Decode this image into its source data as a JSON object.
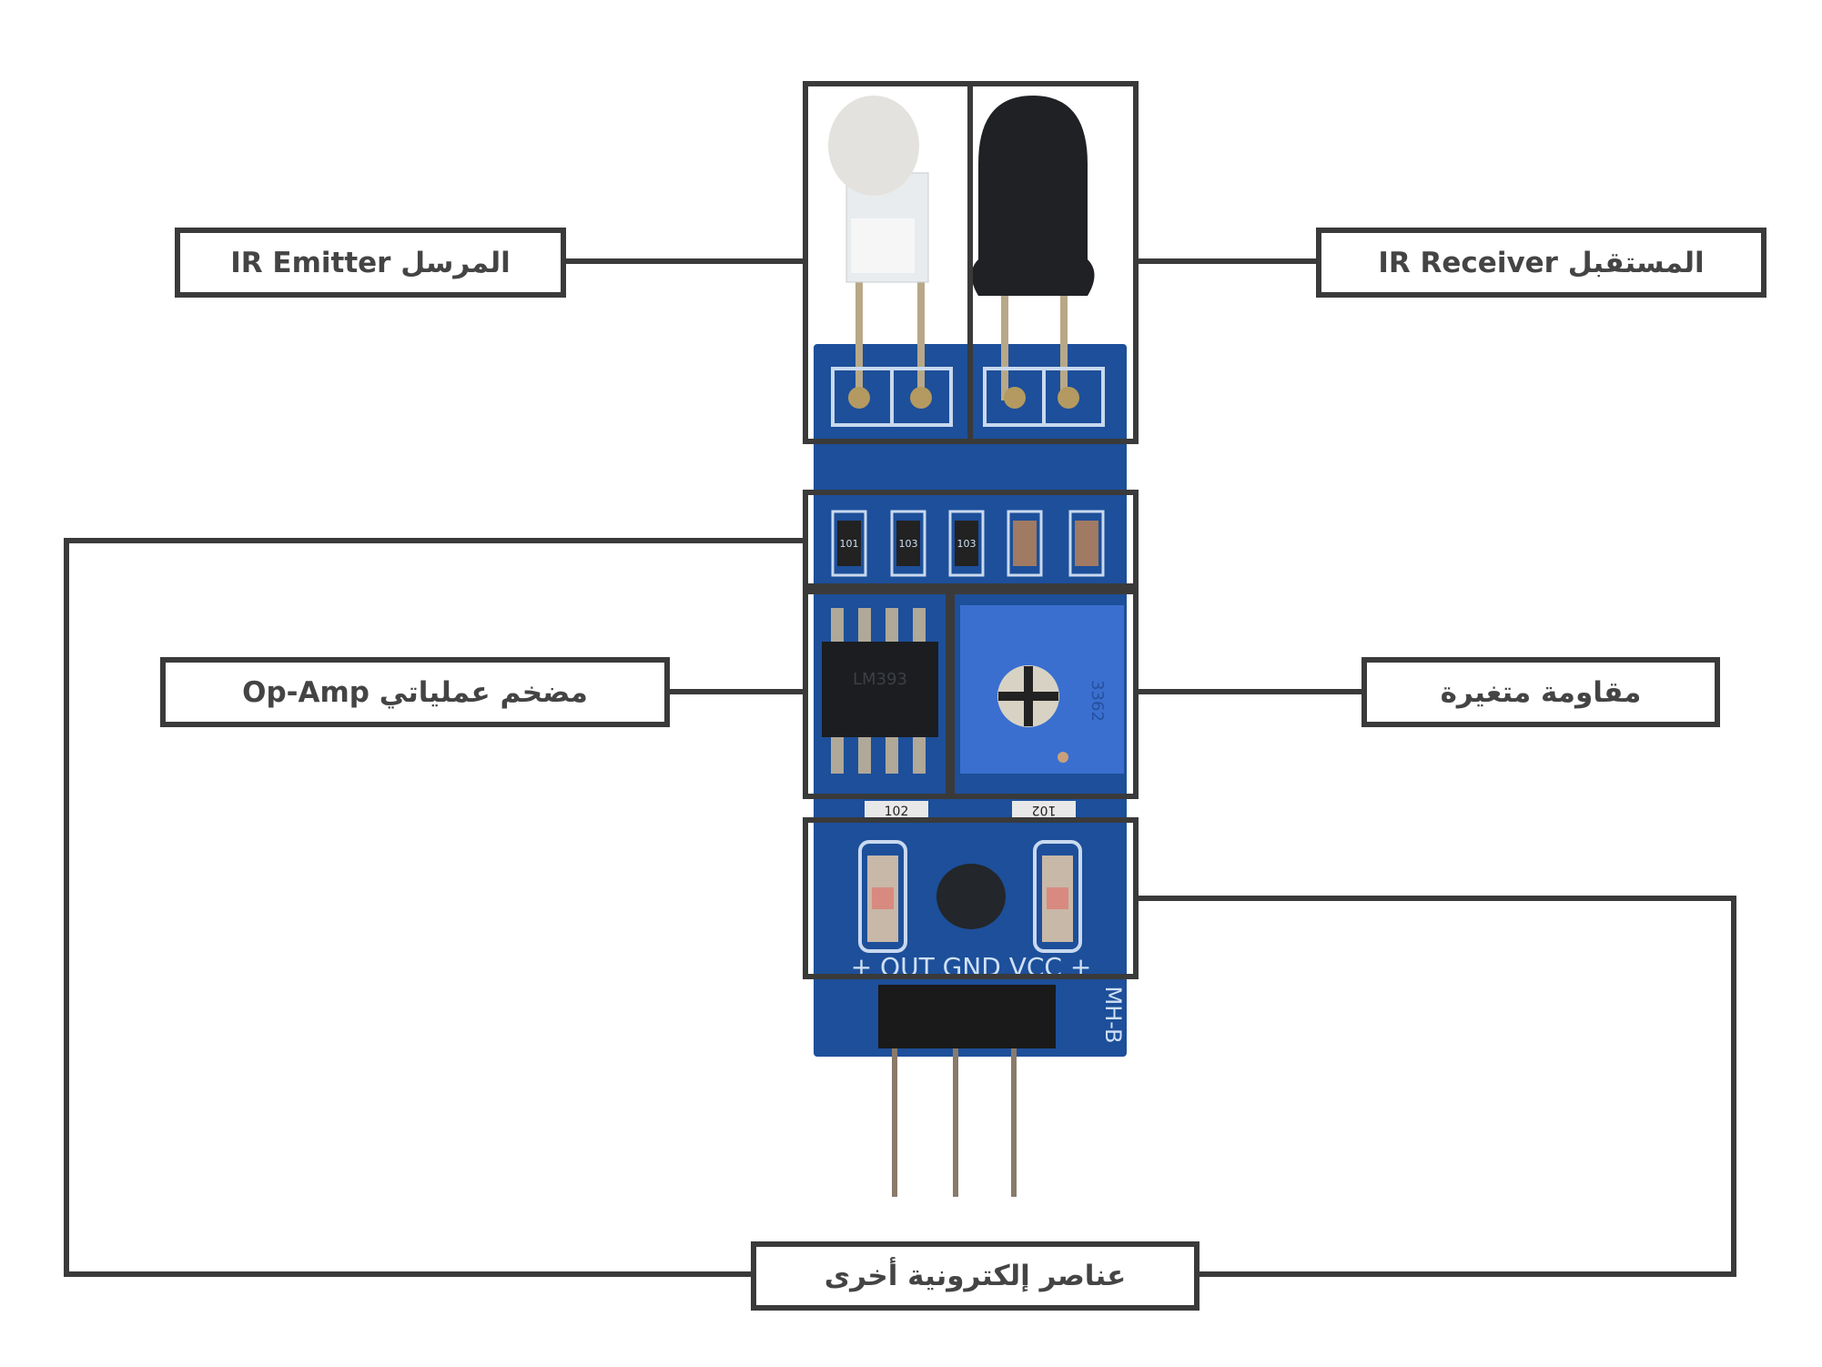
{
  "labels": {
    "ir_emitter": "IR Emitter المرسل",
    "ir_receiver": "IR Receiver المستقبل",
    "op_amp": "Op-Amp مضخم عملياتي",
    "potentiometer": "مقاومة متغيرة",
    "other_components": "عناصر إلكترونية أخرى"
  },
  "board": {
    "resistor_codes": [
      "101",
      "103",
      "103"
    ],
    "lower_resistor_codes": [
      "102",
      "102"
    ],
    "chip_marking": "LM393",
    "pot_marking": "3362",
    "pin_labels": "+ OUT GND VCC +",
    "model": "MH-B"
  },
  "colors": {
    "frame": "#3a3a3a",
    "pcb": "#1d4f9a",
    "pot": "#3a6fd0"
  }
}
